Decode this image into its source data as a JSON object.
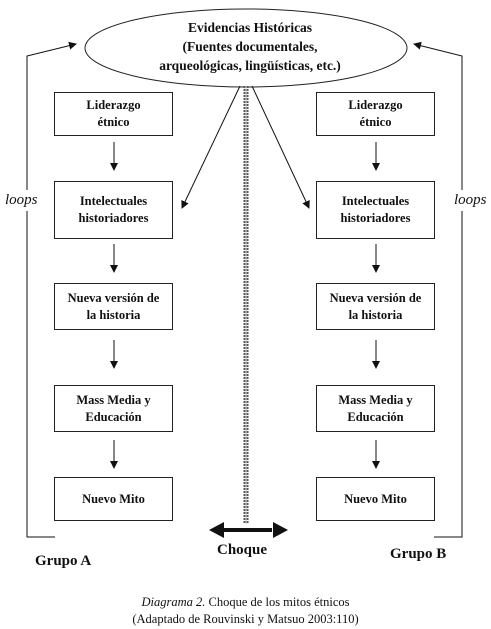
{
  "evidence": {
    "line1": "Evidencias Históricas",
    "line2": "(Fuentes documentales,",
    "line3": "arqueológicas, lingüísticas, etc.)"
  },
  "left_column": [
    "Liderazgo\nétnico",
    "Intelectuales\nhistoriadores",
    "Nueva versión de\nla historia",
    "Mass Media y\nEducación",
    "Nuevo Mito"
  ],
  "right_column": [
    "Liderazgo\nétnico",
    "Intelectuales\nhistoriadores",
    "Nueva versión de\nla historia",
    "Mass Media y\nEducación",
    "Nuevo Mito"
  ],
  "loops_left": "loops",
  "loops_right": "loops",
  "group_a": "Grupo A",
  "group_b": "Grupo B",
  "clash": "Choque",
  "caption": {
    "label": "Diagrama 2.",
    "title": " Choque de los mitos étnicos",
    "source": "(Adaptado de Rouvinski y Matsuo 2003:110)"
  }
}
